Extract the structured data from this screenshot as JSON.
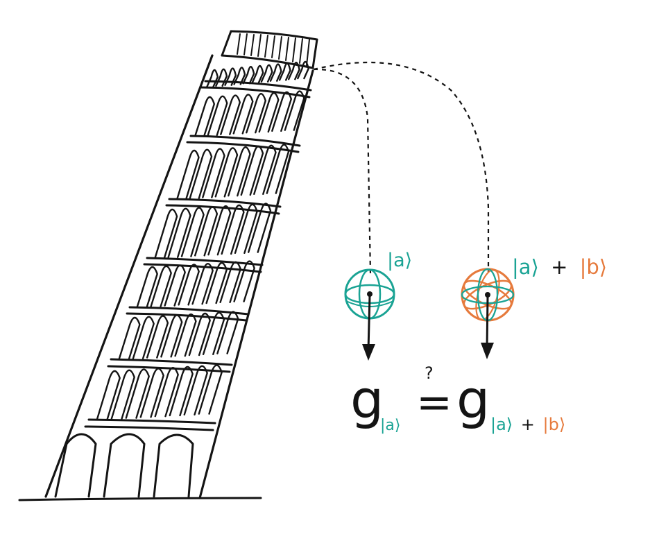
{
  "diagram": {
    "state_a": {
      "ket": "|a⟩"
    },
    "state_sup": {
      "ket_a": "|a⟩",
      "plus": "+",
      "ket_b": "|b⟩"
    },
    "equation": {
      "lhs_symbol": "g",
      "lhs_subscript": "|a⟩",
      "relation": "=",
      "question_mark": "?",
      "rhs_symbol": "g",
      "rhs_subscript_a": "|a⟩",
      "rhs_subscript_plus": "+",
      "rhs_subscript_b": "|b⟩"
    },
    "colors": {
      "ink": "#141414",
      "teal": "#1aa394",
      "orange": "#e67a3c"
    },
    "icons": [
      "leaning-tower-drawing",
      "teal-sphere-icon",
      "orange-teal-sphere-icon",
      "down-arrow-icon"
    ]
  }
}
